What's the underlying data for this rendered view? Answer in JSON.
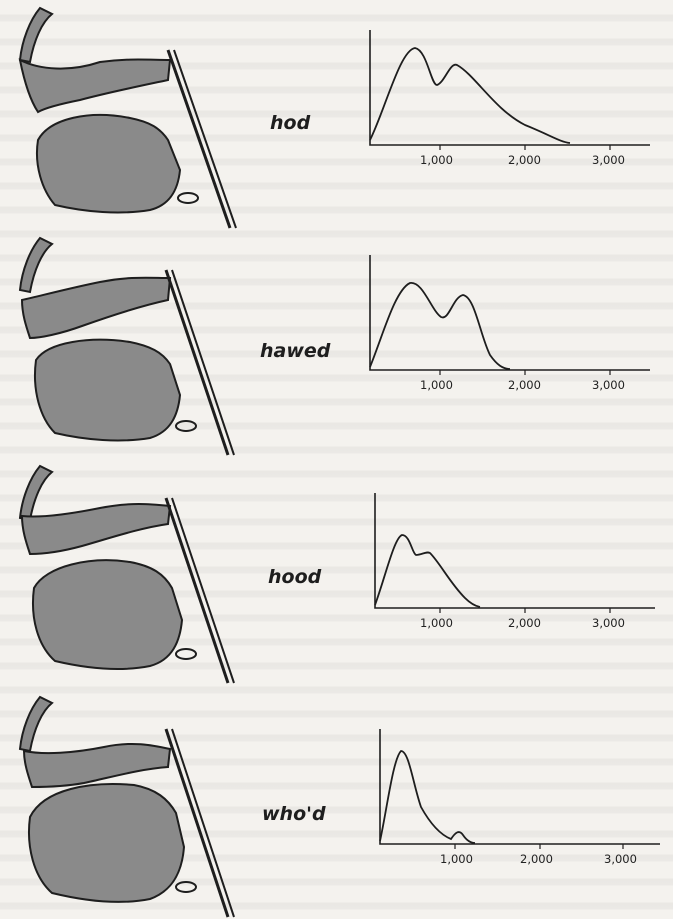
{
  "figure": {
    "rows": [
      {
        "word": "hod",
        "ticks": [
          "1,000",
          "2,000",
          "3,000"
        ]
      },
      {
        "word": "hawed",
        "ticks": [
          "1,000",
          "2,000",
          "3,000"
        ]
      },
      {
        "word": "hood",
        "ticks": [
          "1,000",
          "2,000",
          "3,000"
        ]
      },
      {
        "word": "who'd",
        "ticks": [
          "1,000",
          "2,000",
          "3,000"
        ]
      }
    ]
  },
  "colors": {
    "ink": "#1e1e1e",
    "tract_fill": "#8a8a8a",
    "paper": "#f4f2ee"
  }
}
